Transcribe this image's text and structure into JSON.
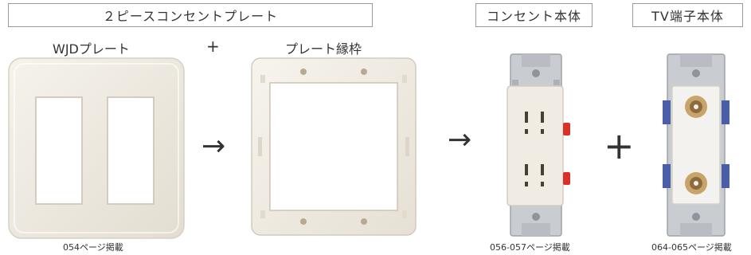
{
  "headers": {
    "two_piece": "２ピースコンセントプレート",
    "outlet_body": "コンセント本体",
    "tv_body": "TV端子本体"
  },
  "labels": {
    "wjd_plate": "WJDプレート",
    "plus_small": "+",
    "plate_frame": "プレート縁枠"
  },
  "captions": {
    "wjd_page": "054ページ掲載",
    "outlet_page": "056-057ページ掲載",
    "tv_page": "064-065ページ掲載"
  },
  "operators": {
    "arrow_1": "→",
    "arrow_2": "→",
    "plus_large": "+"
  },
  "colors": {
    "plate": "#efebe2",
    "frame": "#f1ede4",
    "border": "#9a9a9a",
    "metal": "#c9ccd0",
    "outlet_face": "#f0ece4",
    "terminal_red": "#d8312a",
    "coax_ring": "#c9a46a",
    "tv_blue": "#4a5fa8"
  }
}
